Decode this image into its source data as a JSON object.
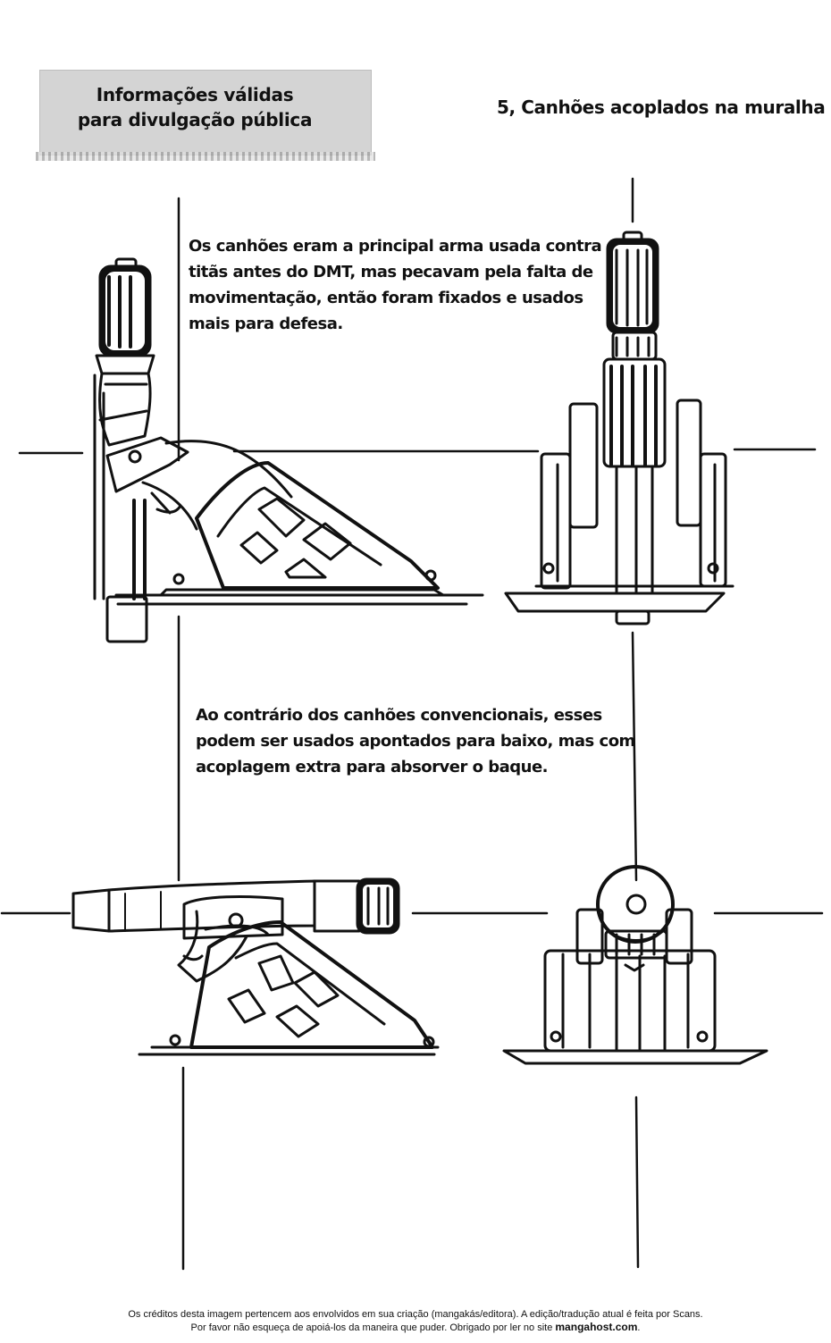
{
  "label_box": {
    "line1": "Informações válidas",
    "line2": "para divulgação pública"
  },
  "section_title": "5, Canhões acoplados na muralha",
  "note_top": [
    "Os canhões eram a principal arma usada contra",
    "titãs antes do DMT, mas pecavam pela falta de",
    "movimentação, então foram fixados e usados",
    "mais para defesa."
  ],
  "note_bottom": [
    "Ao contrário dos canhões convencionais, esses",
    "podem ser usados apontados para baixo, mas com",
    "acoplagem extra para absorver o baque."
  ],
  "credits": {
    "line1": "Os créditos desta imagem pertencem aos envolvidos em sua criação (mangakás/editora). A edição/tradução atual é feita por Scans.",
    "line2_prefix": "Por favor não esqueça de apoiá-los da maneira que puder. Obrigado por ler no site ",
    "site": "mangahost.com",
    "line2_suffix": "."
  },
  "colors": {
    "ink": "#111111",
    "label_bg": "#d4d4d4"
  }
}
